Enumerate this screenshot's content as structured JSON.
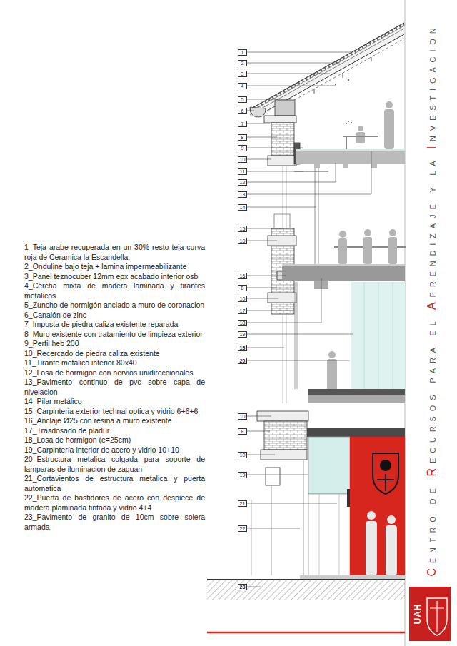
{
  "diagram": {
    "title": "CENTRO DE RECURSOS PARA EL APRENDIZAJE Y LA INVESTIGACION",
    "labels": [
      "1",
      "2",
      "3",
      "4",
      "5",
      "6",
      "7",
      "8",
      "9",
      "10",
      "11",
      "12",
      "13",
      "14",
      "15",
      "10",
      "16",
      "8",
      "10",
      "17",
      "18",
      "19",
      "15",
      "20",
      "10",
      "8",
      "10",
      "19",
      "21",
      "22",
      "23",
      "1_Teja arabe recuperada en un 30% resto teja curva roja de Ceramica la Escandella.",
      "2_Onduline bajo teja + lamina impermeabilizante",
      "3_Panel teznocuber 12mm epx acabado interior osb",
      "4_Cercha mixta de madera laminada y tirantes metalicos",
      "5_Zuncho de hormigón anclado a muro de coronacion",
      "6_Canalón de zinc",
      "7_Imposta de piedra caliza existente reparada",
      "8_Muro existente con tratamiento de limpieza exterior",
      "9_Perfil heb 200",
      "10_Recercado de piedra caliza existente",
      "11_Tirante metalico interior 80x40",
      "12_Losa de hormigon con nervios unidireccionales",
      "13_Pavimento continuo de pvc sobre capa de nivelacion",
      "14_Pilar metálico",
      "15_Carpinteria exterior technal optica y vidrio 6+6+6",
      "16_Anclaje Ø25 con resina a muro existente",
      "17_Trasdosado de pladur",
      "18_Losa de hormigon (e=25cm)",
      "19_Carpintería interior de acero y vidrio 10+10",
      "20_Estructura metalica colgada para soporte de lamparas de iluminacion de zaguan",
      "21_Cortavientos de estructura metalica y puerta automatica",
      "22_Puerta de bastidores de acero con despiece de madera plaminada tintada y vidrio 4+4",
      "23_Pavimento de granito de 10cm sobre solera armada",
      "UAH"
    ]
  }
}
